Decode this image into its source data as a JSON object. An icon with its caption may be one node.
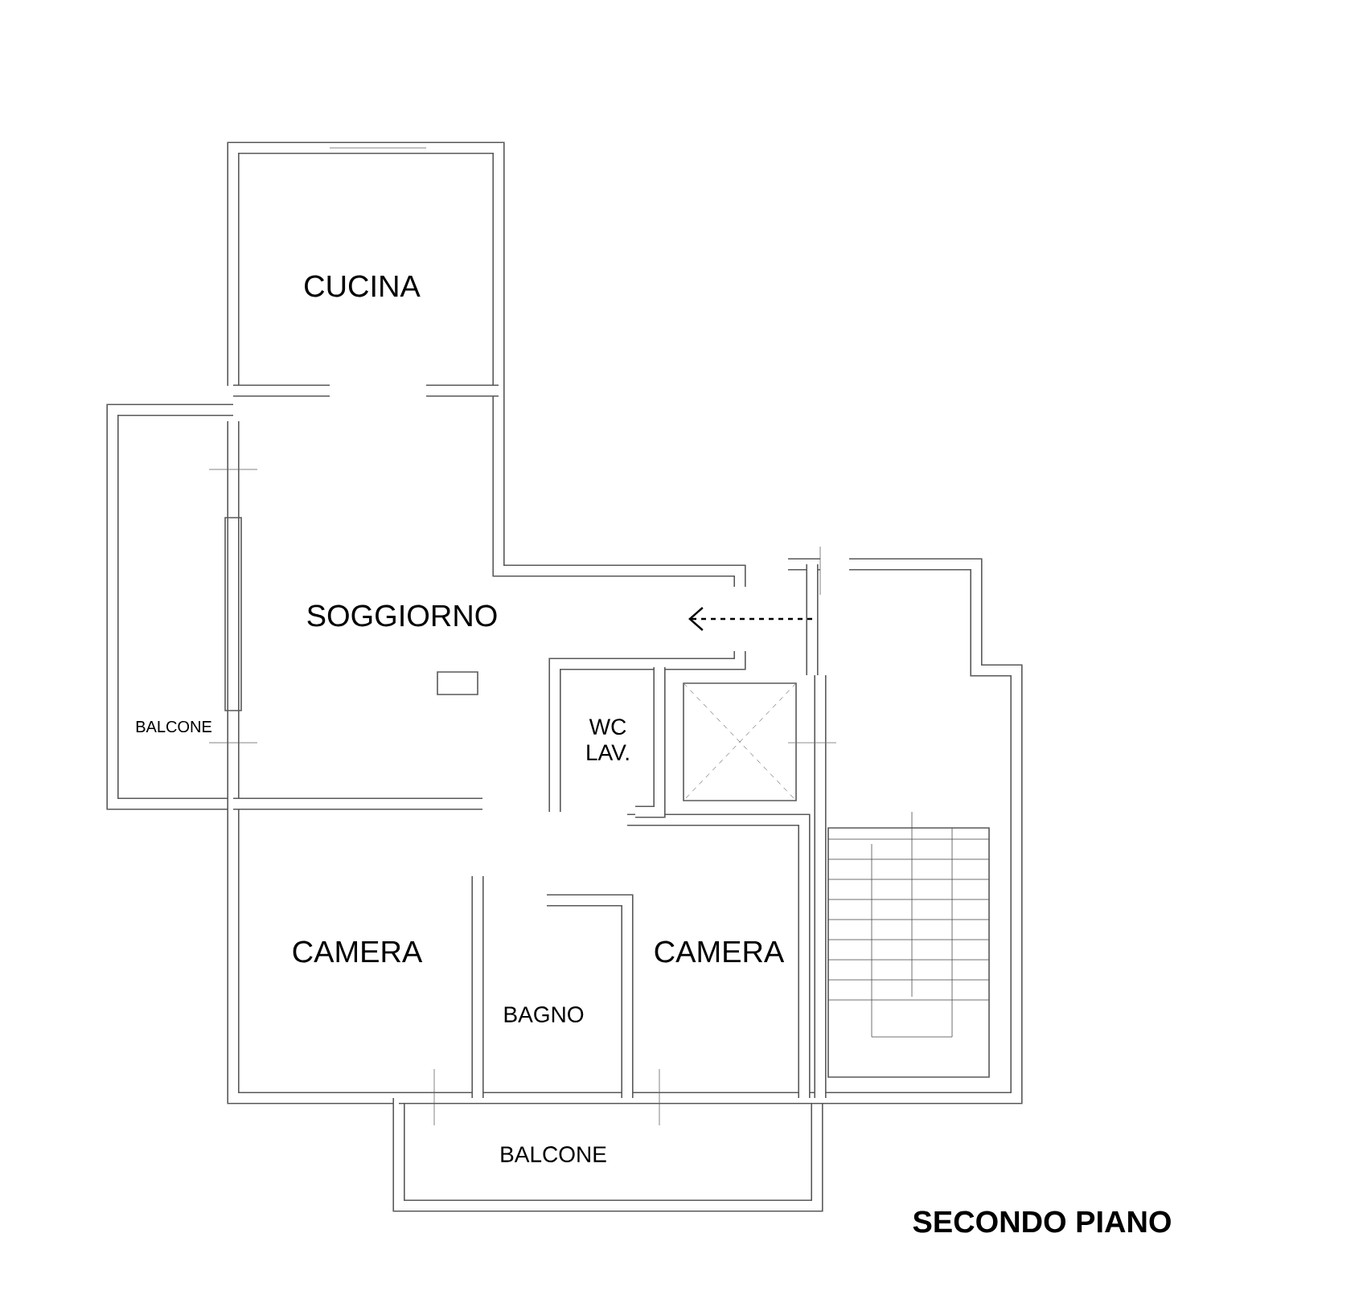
{
  "diagram": {
    "title": "SECONDO PIANO",
    "labels": [
      "CUCINA",
      "SOGGIORNO",
      "BALCONE",
      "WC LAV.",
      "CAMERA",
      "BAGNO",
      "CAMERA",
      "BALCONE"
    ]
  }
}
